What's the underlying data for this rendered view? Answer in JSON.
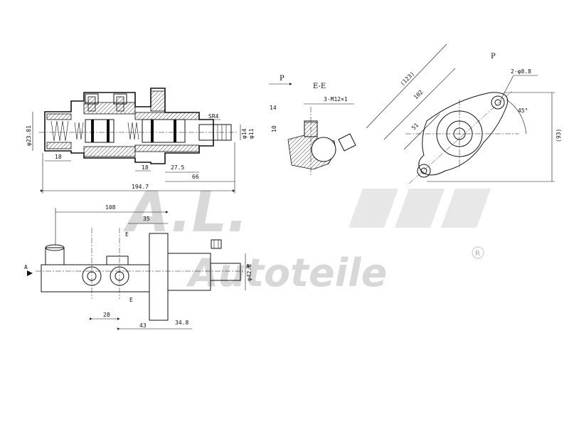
{
  "watermark": {
    "logo_text": "A.L.",
    "brand_text": "Autoteile",
    "registered_mark": "R"
  },
  "side_view": {
    "dim_overall": "194.7",
    "dim_first": "18",
    "dim_mid": "18",
    "dim_27": "27.5",
    "dim_66": "66",
    "dim_dia_left": "φ23.81",
    "dim_dia_14": "φ14",
    "dim_dia_11": "φ11",
    "thread_label": "SR4"
  },
  "top_view": {
    "dim_108": "108",
    "dim_35": "35",
    "dim_28": "28",
    "dim_43": "43",
    "dim_348": "34.8",
    "dim_dia_428": "φ42.8",
    "section_A": "A",
    "section_E_top": "E",
    "section_E_bottom": "E",
    "section_A_right": "A"
  },
  "section_view": {
    "view_arrow_label": "P",
    "title": "E-E",
    "thread": "3-M12×1",
    "dim_14": "14",
    "dim_10": "10"
  },
  "flange_view": {
    "label_P": "P",
    "holes": "2-φ8.8",
    "angle": "45°",
    "dim_123": "(123)",
    "dim_102": "102",
    "dim_51": "51",
    "dim_93": "(93)"
  }
}
